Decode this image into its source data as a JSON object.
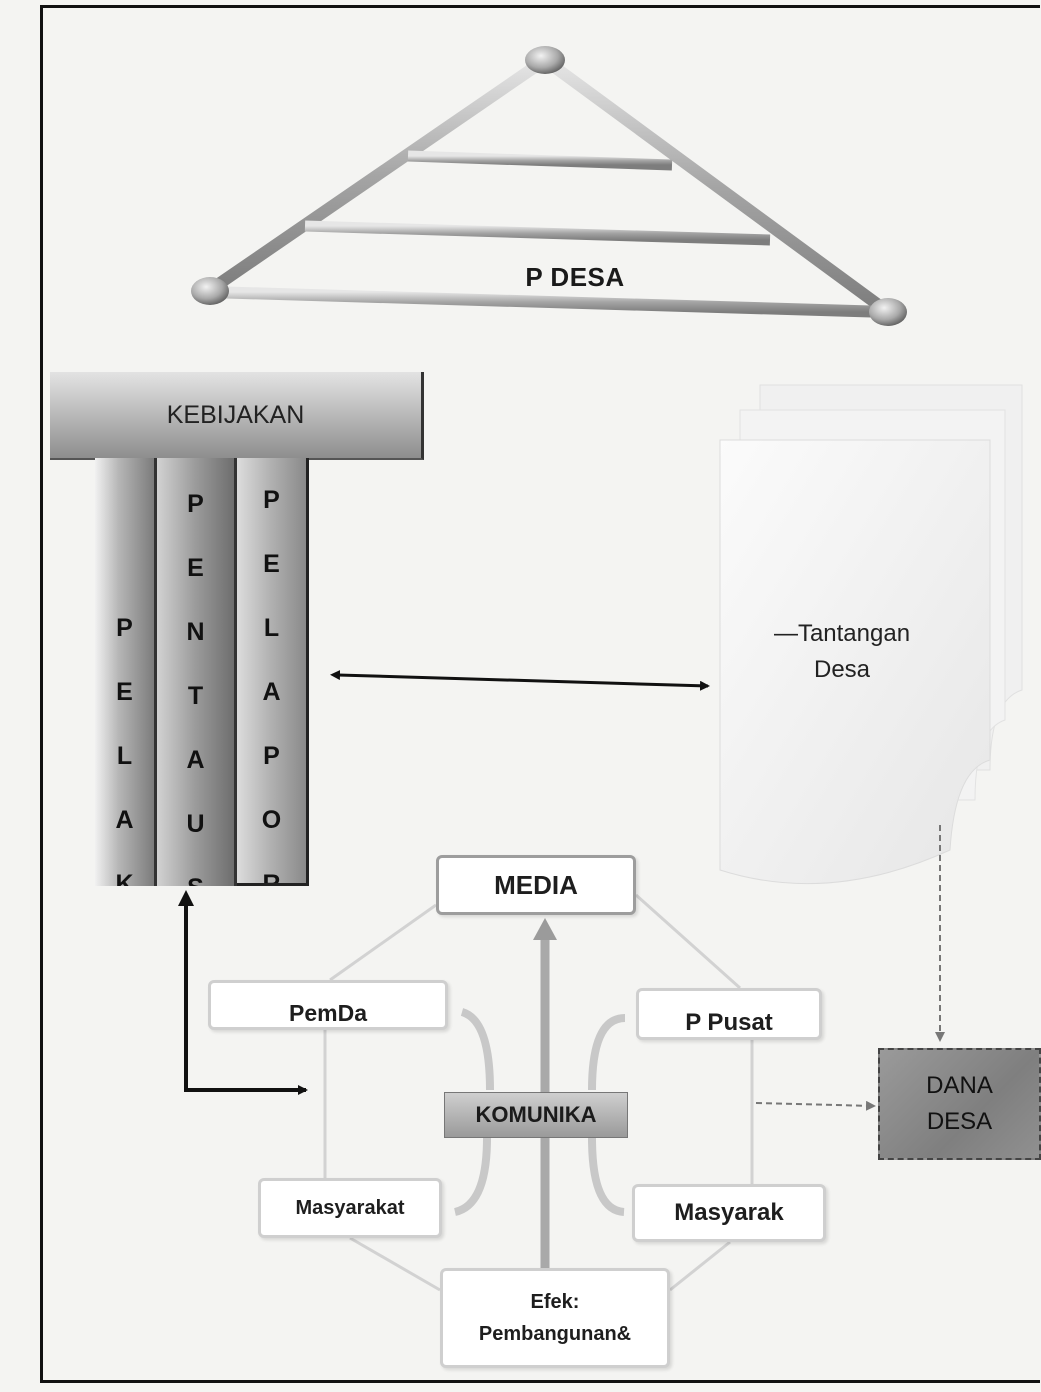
{
  "triangle": {
    "title": "P DESA"
  },
  "kebijakan": {
    "label": "KEBIJAKAN",
    "pillars": [
      {
        "letters": [
          "P",
          "E",
          "L",
          "A",
          "K"
        ]
      },
      {
        "letters": [
          "P",
          "E",
          "N",
          "T",
          "A",
          "U",
          "S"
        ]
      },
      {
        "letters": [
          "P",
          "E",
          "L",
          "A",
          "P",
          "O",
          "R"
        ]
      }
    ]
  },
  "tantangan": {
    "label_line1": "Tantangan",
    "label_line2": "Desa"
  },
  "komunikasi": {
    "center": "KOMUNIKA",
    "media": "MEDIA",
    "pemda": "PemDa",
    "ppusat": "P Pusat",
    "masyarakat_left": "Masyarakat",
    "masyarakat_right": "Masyarak",
    "efek_line1": "Efek:",
    "efek_line2": "Pembangunan&"
  },
  "dana": {
    "line1": "DANA",
    "line2": "DESA"
  }
}
